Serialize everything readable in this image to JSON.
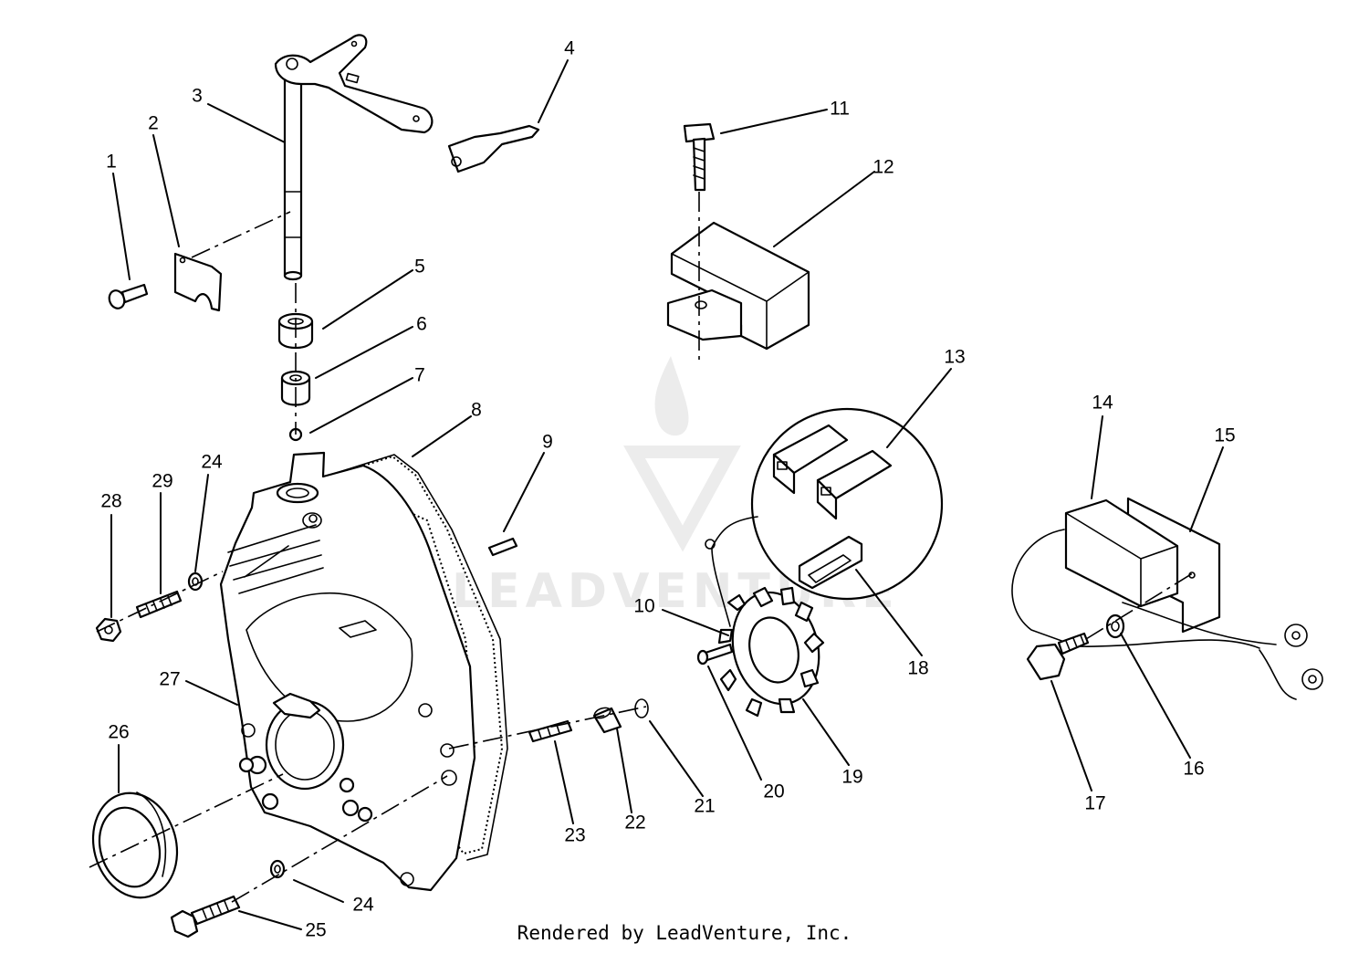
{
  "watermark": "LEADVENTURE",
  "footer": "Rendered by LeadVenture, Inc.",
  "callouts": [
    "1",
    "2",
    "3",
    "4",
    "5",
    "6",
    "7",
    "8",
    "9",
    "10",
    "11",
    "12",
    "13",
    "14",
    "15",
    "16",
    "17",
    "18",
    "19",
    "20",
    "21",
    "22",
    "23",
    "24",
    "24",
    "25",
    "26",
    "27",
    "28",
    "29"
  ],
  "colors": {
    "ink": "#000000",
    "paper": "#ffffff",
    "watermark": "#e9e9e9"
  }
}
